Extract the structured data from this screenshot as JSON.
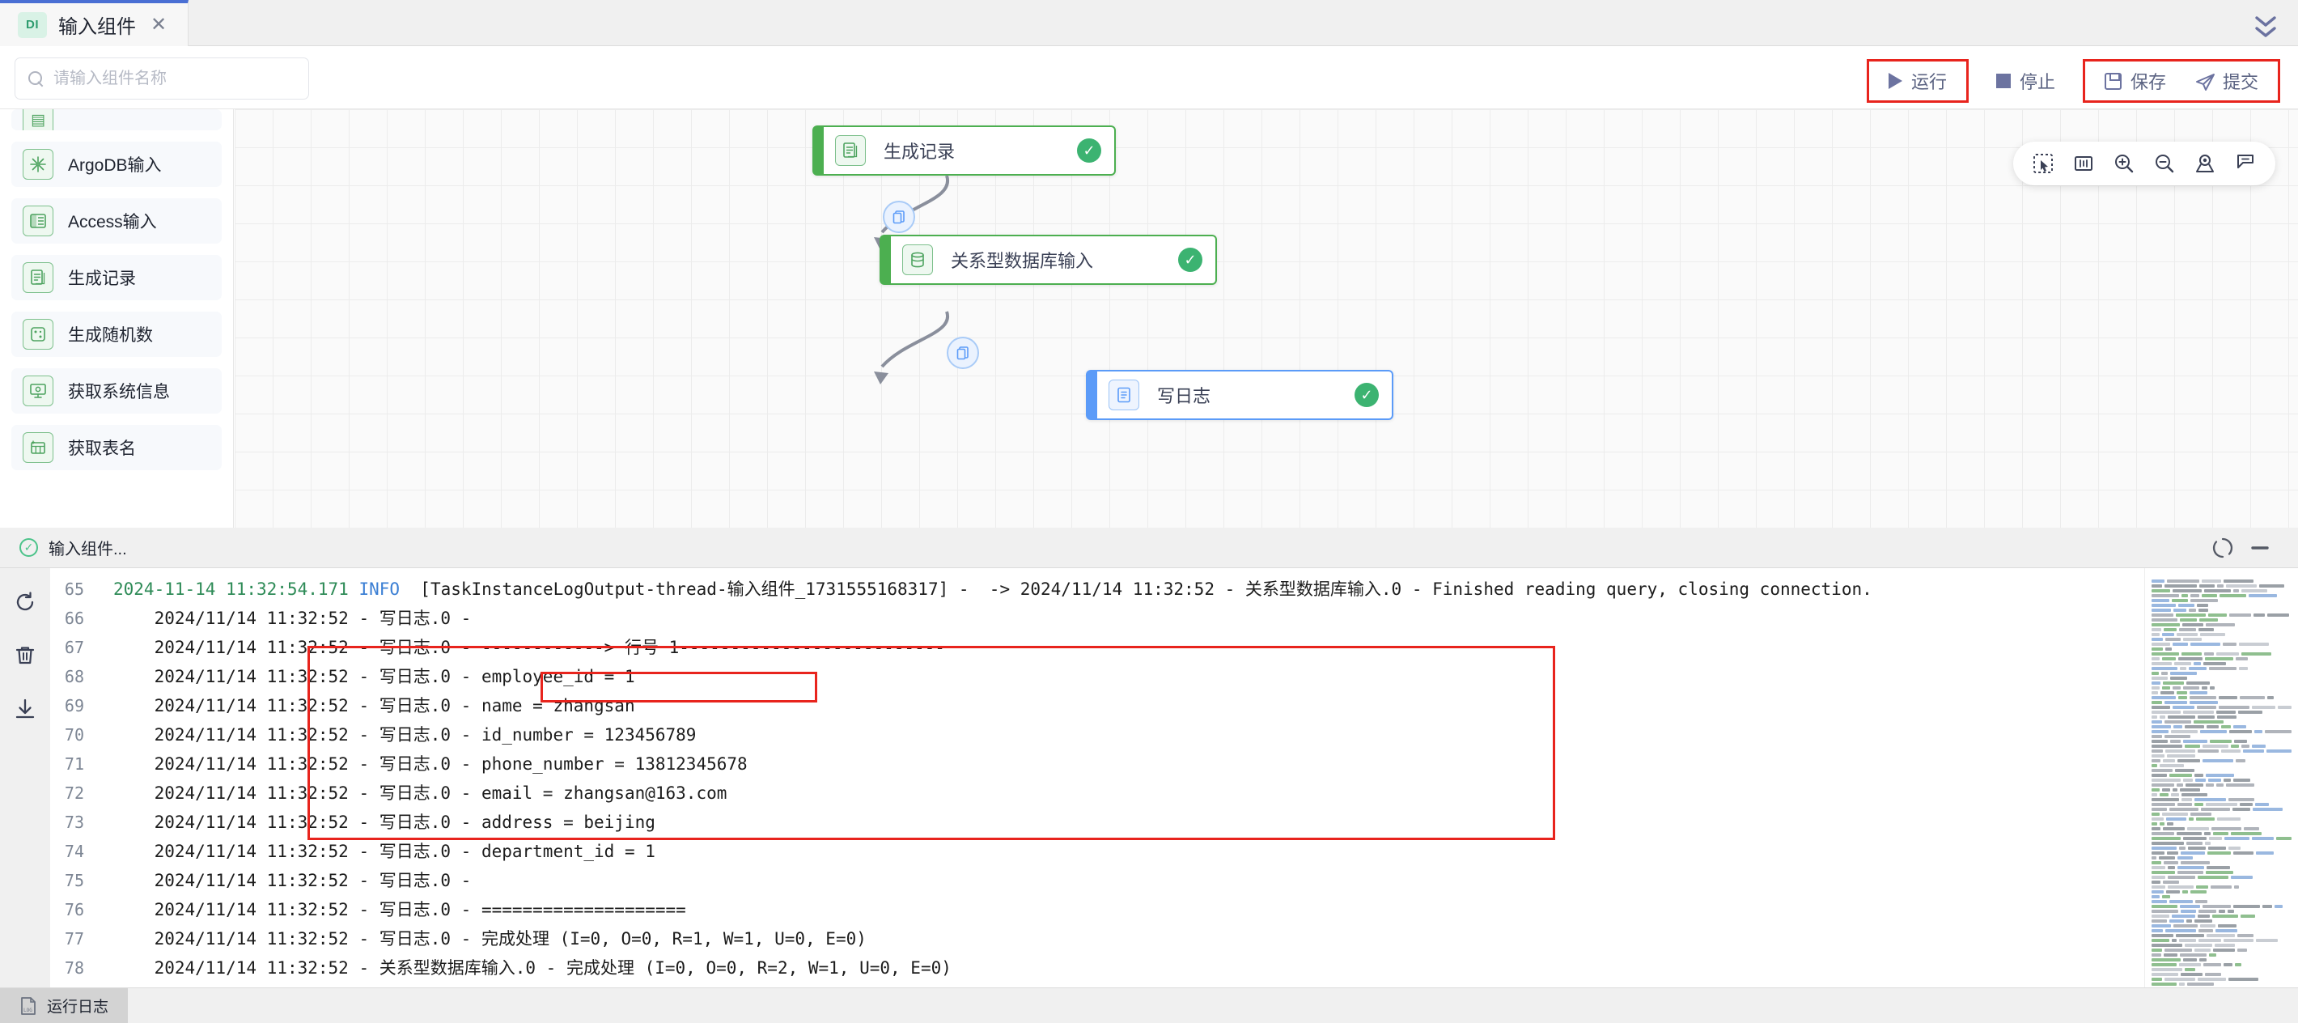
{
  "tab": {
    "badge": "DI",
    "title": "输入组件",
    "close": "✕",
    "collapse_icon": "chevron-double-down-icon"
  },
  "search": {
    "placeholder": "请输入组件名称",
    "value": "",
    "icon": "search-icon"
  },
  "toolbar": {
    "run_label": "运行",
    "stop_label": "停止",
    "save_label": "保存",
    "submit_label": "提交",
    "highlight_color": "#e8241d"
  },
  "sidebar": {
    "items": [
      {
        "label": "",
        "icon": "component-icon",
        "partial": true
      },
      {
        "label": "ArgoDB输入",
        "icon": "argodb-icon"
      },
      {
        "label": "Access输入",
        "icon": "access-icon"
      },
      {
        "label": "生成记录",
        "icon": "generate-record-icon"
      },
      {
        "label": "生成随机数",
        "icon": "dice-icon"
      },
      {
        "label": "获取系统信息",
        "icon": "system-info-icon"
      },
      {
        "label": "获取表名",
        "icon": "table-name-icon"
      }
    ]
  },
  "canvas": {
    "nodes": [
      {
        "label": "生成记录",
        "status": "success",
        "color": "green",
        "icon": "document-list-icon"
      },
      {
        "label": "关系型数据库输入",
        "status": "success",
        "color": "green",
        "icon": "database-icon"
      },
      {
        "label": "写日志",
        "status": "success",
        "color": "blue",
        "icon": "log-doc-icon"
      }
    ],
    "edge_buttons": [
      "copy-icon",
      "copy-icon"
    ],
    "tools": [
      "select-area-icon",
      "fit-to-screen-icon",
      "zoom-in-icon",
      "zoom-out-icon",
      "locate-icon",
      "bookmark-icon"
    ]
  },
  "log_panel": {
    "tab_label": "输入组件...",
    "tab_status_icon": "check-circle-icon",
    "header_buttons": [
      "sync-icon",
      "minimize-icon"
    ],
    "rail_buttons": [
      "refresh-icon",
      "delete-icon",
      "download-icon"
    ],
    "lines": [
      {
        "no": "65",
        "segments": [
          {
            "t": "2024-11-14 11:32:54.171 ",
            "c": "green"
          },
          {
            "t": "INFO ",
            "c": "info"
          },
          {
            "t": " [TaskInstanceLogOutput-thread-输入组件_1731555168317] -  -> 2024/11/14 11:32:52 - 关系型数据库输入.0 - Finished reading query, closing connection.",
            "c": ""
          }
        ]
      },
      {
        "no": "66",
        "segments": [
          {
            "t": "    2024/11/14 11:32:52 - 写日志.0 - ",
            "c": ""
          }
        ]
      },
      {
        "no": "67",
        "segments": [
          {
            "t": "    2024/11/14 11:32:52 - 写日志.0 - ------------> 行号 1--------------------------",
            "c": ""
          }
        ]
      },
      {
        "no": "68",
        "segments": [
          {
            "t": "    2024/11/14 11:32:52 - 写日志.0 - employee_id = 1",
            "c": ""
          }
        ]
      },
      {
        "no": "69",
        "segments": [
          {
            "t": "    2024/11/14 11:32:52 - 写日志.0 - name = zhangsan",
            "c": ""
          }
        ]
      },
      {
        "no": "70",
        "segments": [
          {
            "t": "    2024/11/14 11:32:52 - 写日志.0 - id_number = 123456789",
            "c": ""
          }
        ]
      },
      {
        "no": "71",
        "segments": [
          {
            "t": "    2024/11/14 11:32:52 - 写日志.0 - phone_number = 13812345678",
            "c": ""
          }
        ]
      },
      {
        "no": "72",
        "segments": [
          {
            "t": "    2024/11/14 11:32:52 - 写日志.0 - email = zhangsan@163.com",
            "c": ""
          }
        ]
      },
      {
        "no": "73",
        "segments": [
          {
            "t": "    2024/11/14 11:32:52 - 写日志.0 - address = beijing",
            "c": ""
          }
        ]
      },
      {
        "no": "74",
        "segments": [
          {
            "t": "    2024/11/14 11:32:52 - 写日志.0 - department_id = 1",
            "c": ""
          }
        ]
      },
      {
        "no": "75",
        "segments": [
          {
            "t": "    2024/11/14 11:32:52 - 写日志.0 - ",
            "c": ""
          }
        ]
      },
      {
        "no": "76",
        "segments": [
          {
            "t": "    2024/11/14 11:32:52 - 写日志.0 - ====================",
            "c": ""
          }
        ]
      },
      {
        "no": "77",
        "segments": [
          {
            "t": "    2024/11/14 11:32:52 - 写日志.0 - 完成处理 (I=0, O=0, R=1, W=1, U=0, E=0)",
            "c": ""
          }
        ]
      },
      {
        "no": "78",
        "segments": [
          {
            "t": "    2024/11/14 11:32:52 - 关系型数据库输入.0 - 完成处理 (I=0, O=0, R=2, W=1, U=0, E=0)",
            "c": ""
          }
        ]
      }
    ]
  },
  "statusbar": {
    "tab_label": "运行日志",
    "tab_icon": "log-file-icon"
  }
}
